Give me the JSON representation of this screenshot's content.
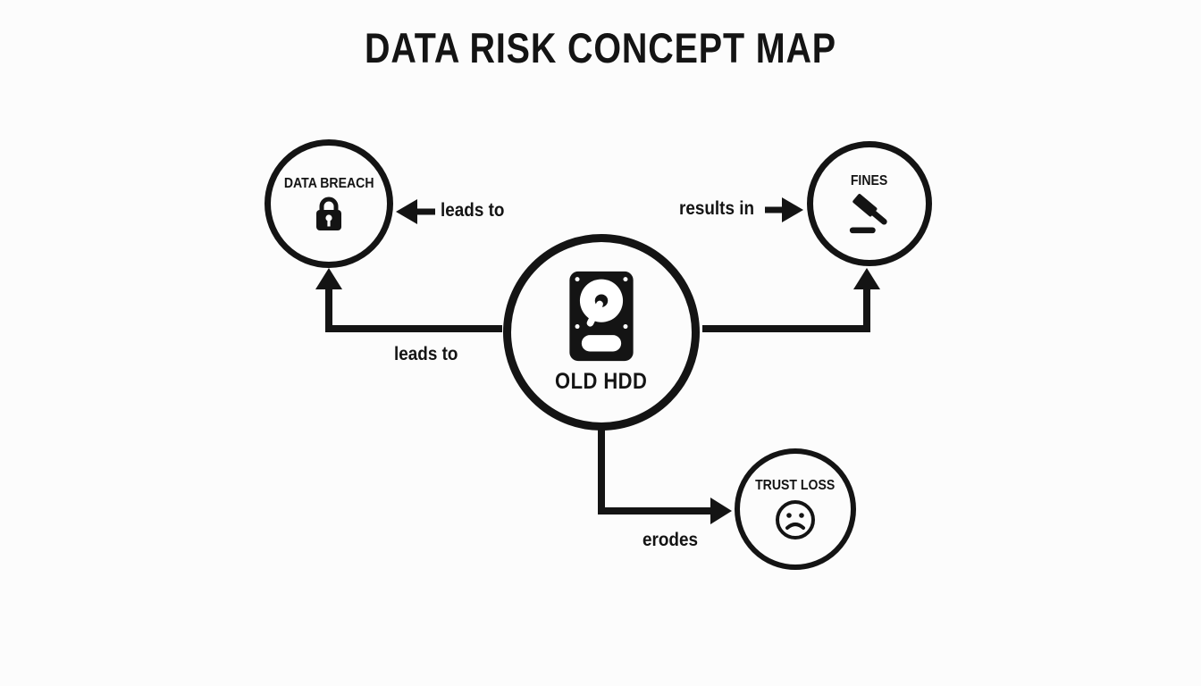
{
  "title": "DATA RISK CONCEPT MAP",
  "nodes": {
    "center": {
      "label": "OLD HDD",
      "icon": "hdd-icon"
    },
    "breach": {
      "label": "DATA BREACH",
      "icon": "padlock-icon"
    },
    "fines": {
      "label": "FINES",
      "icon": "gavel-icon"
    },
    "trust": {
      "label": "TRUST LOSS",
      "icon": "sad-face-icon"
    }
  },
  "edges": {
    "breach_direct": {
      "label": "leads to",
      "from": "OLD HDD",
      "to": "DATA BREACH"
    },
    "breach_elbow": {
      "label": "leads to",
      "from": "OLD HDD",
      "to": "DATA BREACH"
    },
    "fines_direct": {
      "label": "results in",
      "from": "OLD HDD",
      "to": "FINES"
    },
    "trust_edge": {
      "label": "erodes",
      "from": "OLD HDD",
      "to": "TRUST LOSS"
    }
  },
  "colors": {
    "ink": "#141414",
    "background": "#fcfcfc"
  }
}
